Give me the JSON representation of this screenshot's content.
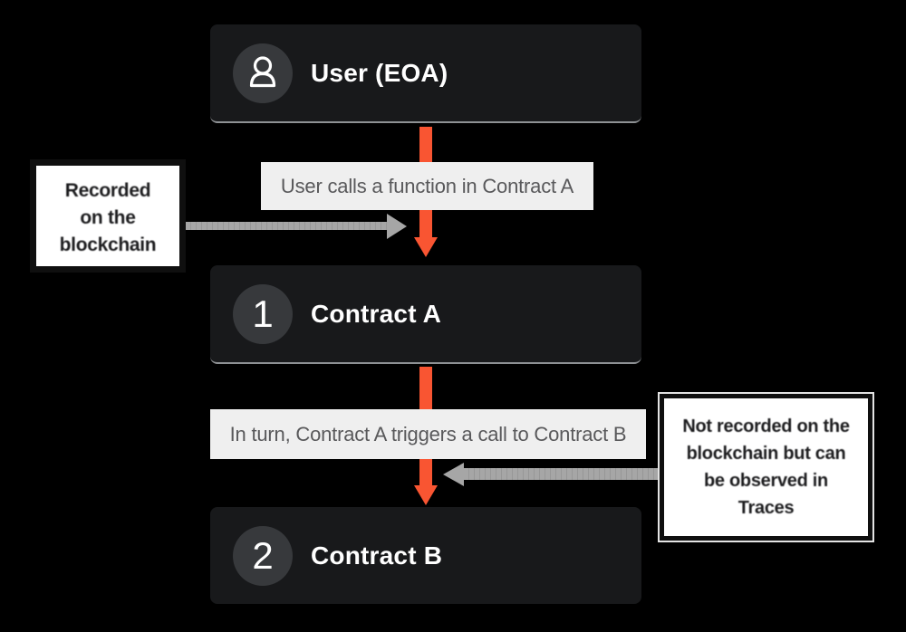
{
  "canvas": {
    "background": "#000000",
    "accent_orange": "#f95532",
    "arrow_gray": "#a6a6a6",
    "band_bg": "#efefef",
    "node_bg": "#18191b"
  },
  "nodes": [
    {
      "id": "user",
      "badge": "person-icon",
      "title": "User (EOA)"
    },
    {
      "id": "contract-a",
      "badge": "1",
      "title": "Contract A"
    },
    {
      "id": "contract-b",
      "badge": "2",
      "title": "Contract B"
    }
  ],
  "flow_labels": [
    {
      "text": "User calls a function in Contract A"
    },
    {
      "text": "In turn, Contract A triggers a call to Contract B"
    }
  ],
  "callouts": {
    "left": {
      "lines": [
        "Recorded",
        "on the",
        "blockchain"
      ]
    },
    "right": {
      "lines": [
        "Not recorded on the",
        "blockchain but can",
        "be observed in",
        "Traces"
      ]
    }
  }
}
